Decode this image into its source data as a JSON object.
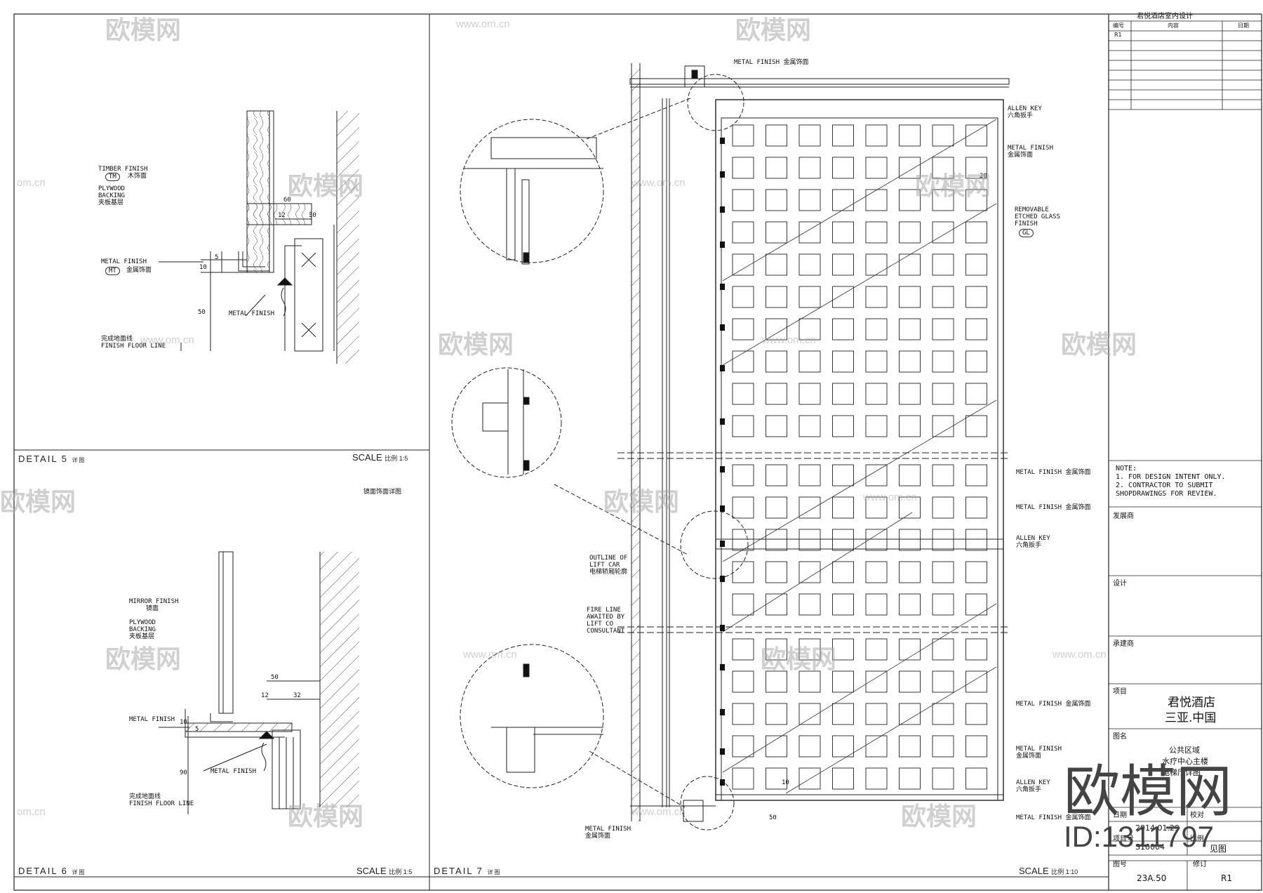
{
  "panels": {
    "detail5": {
      "title": "DETAIL 5",
      "subtitle": "详图",
      "scale_word": "SCALE",
      "scale_value": "比例 1:5"
    },
    "detail6": {
      "title": "DETAIL 6",
      "subtitle": "详图",
      "scale_word": "SCALE",
      "scale_value": "比例 1:5"
    },
    "detail7": {
      "title": "DETAIL 7",
      "subtitle": "详图",
      "scale_word": "SCALE",
      "scale_value": "比例 1:10"
    }
  },
  "detail5_labels": {
    "timber_finish": "TIMBER FINISH",
    "timber_tag": "TM",
    "timber_cn": "木饰面",
    "plywood": "PLYWOOD\nBACKING\n夹板基层",
    "metal_finish_1": "METAL FINISH",
    "metal_tag": "MT",
    "metal_cn": "金属饰面",
    "metal_finish_2": "METAL FINISH",
    "finish_floor": "完成地面线\nFINISH FLOOR LINE",
    "dim_60": "60",
    "dim_12": "12",
    "dim_30": "30",
    "dim_5": "5",
    "dim_10": "10",
    "dim_50": "50"
  },
  "detail6_labels": {
    "note": "镜面饰面详图",
    "mirror_finish": "MIRROR FINISH",
    "mirror_cn": "镜面",
    "plywood": "PLYWOOD\nBACKING\n夹板基层",
    "metal_finish_1": "METAL FINISH",
    "metal_finish_2": "METAL FINISH",
    "finish_floor": "完成地面线\nFINISH FLOOR LINE",
    "dim_50": "50",
    "dim_12": "12",
    "dim_32": "32",
    "dim_10": "10",
    "dim_5": "5",
    "dim_90": "90"
  },
  "detail7_labels": {
    "metal_finish_top": "METAL FINISH 金属饰面",
    "allen_key_1": "ALLEN KEY\n六角扳手",
    "metal_finish_2": "METAL FINISH\n金属饰面",
    "removable_glass": "REMOVABLE\nETCHED GLASS\nFINISH",
    "glass_tag": "GL",
    "metal_finish_3": "METAL FINISH 金属饰面",
    "metal_finish_4": "METAL FINISH 金属饰面",
    "allen_key_2": "ALLEN KEY\n六角扳手",
    "outline_lift": "OUTLINE OF\nLIFT CAR\n电梯轿厢轮廓",
    "fire_line": "FIRE LINE\nAWAITED BY\nLIFT CO\nCONSULTANT",
    "metal_finish_5": "METAL FINISH 金属饰面",
    "metal_finish_6": "METAL FINISH\n金属饰面",
    "allen_key_3": "ALLEN KEY\n六角扳手",
    "metal_finish_7": "METAL FINISH 金属饰面",
    "metal_finish_8": "METAL FINISH\n金属饰面",
    "dim_20": "20",
    "dim_50": "50",
    "dim_10": "10"
  },
  "title_block": {
    "header": "君悦酒店室内设计",
    "rev_col_no": "编号",
    "rev_col_content": "内容",
    "rev_col_date": "日期",
    "rev_first": "R1",
    "notes": "NOTE:\n1. FOR DESIGN INTENT ONLY.\n2. CONTRACTOR TO SUBMIT\nSHOPDRAWINGS FOR REVIEW.",
    "label_issuer": "发展商",
    "label_design": "设计",
    "label_contractor": "承建商",
    "label_project": "项目",
    "project_name_1": "君悦酒店",
    "project_name_2": "三亚.中国",
    "label_drawing": "图名",
    "drawing_name_1": "公共区域",
    "drawing_name_2": "水疗中心主楼",
    "drawing_name_3": "电梯厅详图",
    "label_date": "日期",
    "date_value": "2014.01.29",
    "label_check": "校对",
    "label_project_no": "项目号",
    "project_no": "S10004",
    "label_scale": "比例",
    "scale_value": "见图",
    "label_drawing_no": "图号",
    "label_rev": "修订",
    "drawing_no": "23A.50",
    "rev_value": "R1"
  },
  "watermark": {
    "brand": "欧模网",
    "url": "www.om.cn",
    "url_short": "om.cn",
    "big_brand": "欧模网",
    "big_id": "ID:1311797"
  },
  "colors": {
    "line": "#1a1a1a",
    "watermark": "#aaaaaa"
  }
}
